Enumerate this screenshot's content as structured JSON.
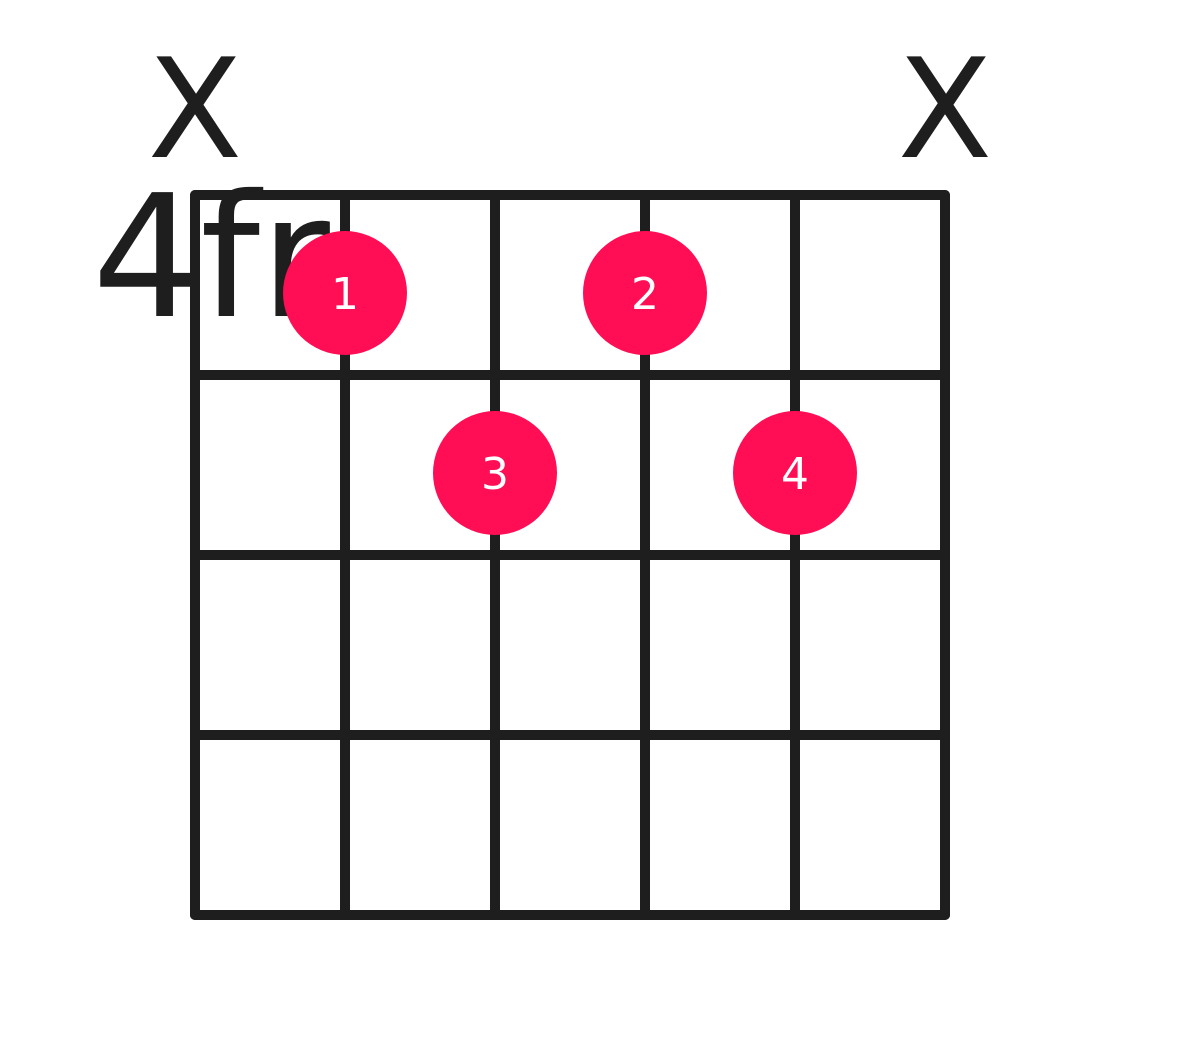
{
  "chord": {
    "strings": 6,
    "frets_shown": 4,
    "base_fret_label": "4fr",
    "string_marks": [
      {
        "string": 1,
        "mark": "X"
      },
      {
        "string": 2,
        "mark": ""
      },
      {
        "string": 3,
        "mark": ""
      },
      {
        "string": 4,
        "mark": ""
      },
      {
        "string": 5,
        "mark": ""
      },
      {
        "string": 6,
        "mark": "X"
      }
    ],
    "fingers": [
      {
        "string": 2,
        "fret": 1,
        "label": "1"
      },
      {
        "string": 4,
        "fret": 1,
        "label": "2"
      },
      {
        "string": 3,
        "fret": 2,
        "label": "3"
      },
      {
        "string": 5,
        "fret": 2,
        "label": "4"
      }
    ]
  },
  "colors": {
    "line": "#1e1e1e",
    "dot": "#ff0d55",
    "dot_text": "#ffffff",
    "background": "#ffffff"
  }
}
